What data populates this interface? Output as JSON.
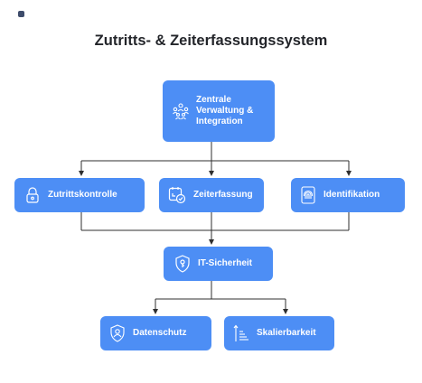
{
  "logo": {
    "text": ""
  },
  "title": "Zutritts- & Zeiterfassungssystem",
  "nodes": {
    "central": {
      "label": "Zentrale Verwaltung & Integration",
      "icon": "people-network-icon"
    },
    "access": {
      "label": "Zutrittskontrolle",
      "icon": "padlock-icon"
    },
    "time": {
      "label": "Zeiterfassung",
      "icon": "clock-calendar-icon"
    },
    "ident": {
      "label": "Identifikation",
      "icon": "fingerprint-phone-icon"
    },
    "security": {
      "label": "IT-Sicherheit",
      "icon": "shield-key-icon"
    },
    "privacy": {
      "label": "Datenschutz",
      "icon": "user-shield-icon"
    },
    "scale": {
      "label": "Skalierbarkeit",
      "icon": "scale-up-icon"
    }
  },
  "colors": {
    "node": "#4d8ef5",
    "line": "#2f2f2f",
    "title": "#23252a"
  }
}
